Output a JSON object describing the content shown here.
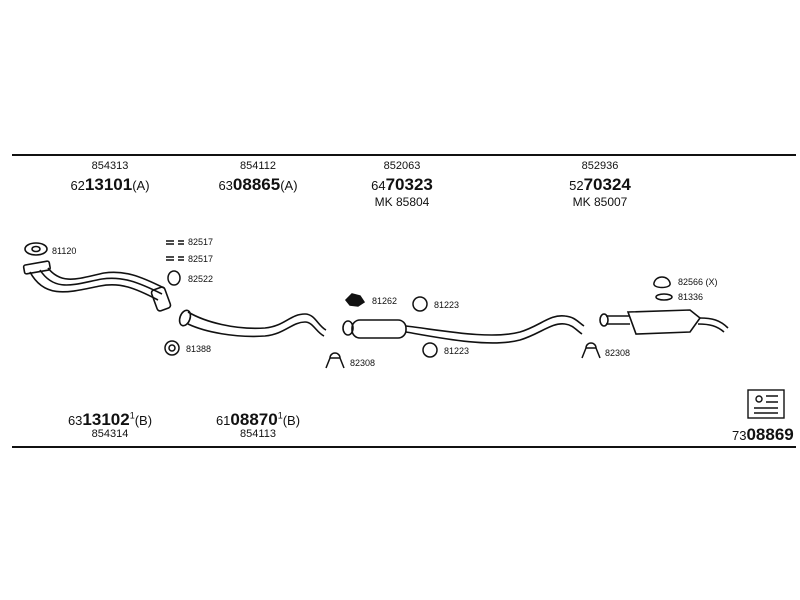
{
  "top_parts": [
    {
      "top": "854313",
      "prefix": "62",
      "number": "13101",
      "suffix": "(A)"
    },
    {
      "top": "854112",
      "prefix": "63",
      "number": "08865",
      "suffix": "(A)"
    },
    {
      "top": "852063",
      "prefix": "64",
      "number": "70323",
      "suffix": "",
      "mk": "MK 85804"
    },
    {
      "top": "852936",
      "prefix": "52",
      "number": "70324",
      "suffix": "",
      "mk": "MK 85007"
    }
  ],
  "bottom_parts": [
    {
      "prefix": "63",
      "number": "13102",
      "mark": "1",
      "suffix": "(B)",
      "bottom": "854314"
    },
    {
      "prefix": "61",
      "number": "08870",
      "mark": "1",
      "suffix": "(B)",
      "bottom": "854113"
    }
  ],
  "kit": {
    "prefix": "73",
    "number": "08869"
  },
  "callouts": {
    "c81120": "81120",
    "c82517a": "82517",
    "c82517b": "82517",
    "c82522": "82522",
    "c81388": "81388",
    "c81262": "81262",
    "c81223a": "81223",
    "c81223b": "81223",
    "c82308a": "82308",
    "c82308b": "82308",
    "c82566": "82566 (X)",
    "c81336": "81336"
  }
}
